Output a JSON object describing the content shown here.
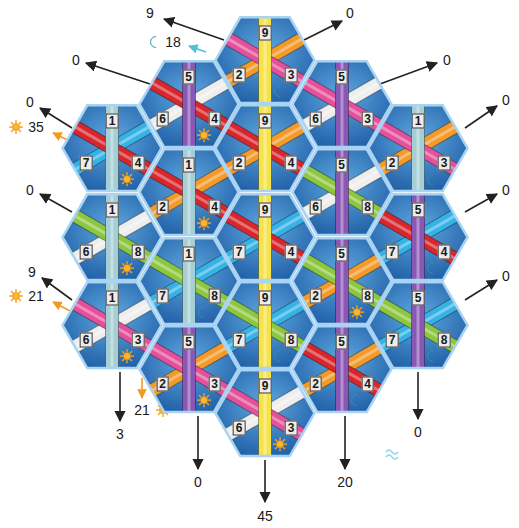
{
  "diagram": {
    "nodes": [
      {
        "text": [
          "9",
          "2",
          "3"
        ]
      },
      {
        "text": [
          "5",
          "6",
          "4"
        ]
      },
      {
        "text": [
          "5",
          "6",
          "3"
        ]
      },
      {
        "text": [
          "1",
          "7",
          "4"
        ]
      },
      {
        "text": [
          "9",
          "2",
          "4"
        ]
      },
      {
        "text": [
          "1",
          "2",
          "3"
        ]
      },
      {
        "text": [
          "1",
          "2",
          "4"
        ]
      },
      {
        "text": [
          "5",
          "6",
          "8"
        ]
      },
      {
        "text": [
          "1",
          "6",
          "8"
        ]
      },
      {
        "text": [
          "9",
          "7",
          "4"
        ]
      },
      {
        "text": [
          "5",
          "7",
          "4"
        ]
      },
      {
        "text": [
          "1",
          "7",
          "8"
        ]
      },
      {
        "text": [
          "5",
          "2",
          "8"
        ]
      },
      {
        "text": [
          "1",
          "6",
          "3"
        ]
      },
      {
        "text": [
          "9",
          "7",
          "8"
        ]
      },
      {
        "text": [
          "5",
          "7",
          "8"
        ]
      },
      {
        "text": [
          "5",
          "2",
          "3"
        ]
      },
      {
        "text": [
          "5",
          "2",
          "4"
        ]
      },
      {
        "text": [
          "9",
          "6",
          "3"
        ]
      }
    ],
    "labels": [
      "9",
      "18",
      "0",
      "0",
      "0",
      "0",
      "35",
      "0",
      "0",
      "0",
      "9",
      "21",
      "0",
      "3",
      "21",
      "0",
      "45",
      "20",
      "0"
    ]
  }
}
